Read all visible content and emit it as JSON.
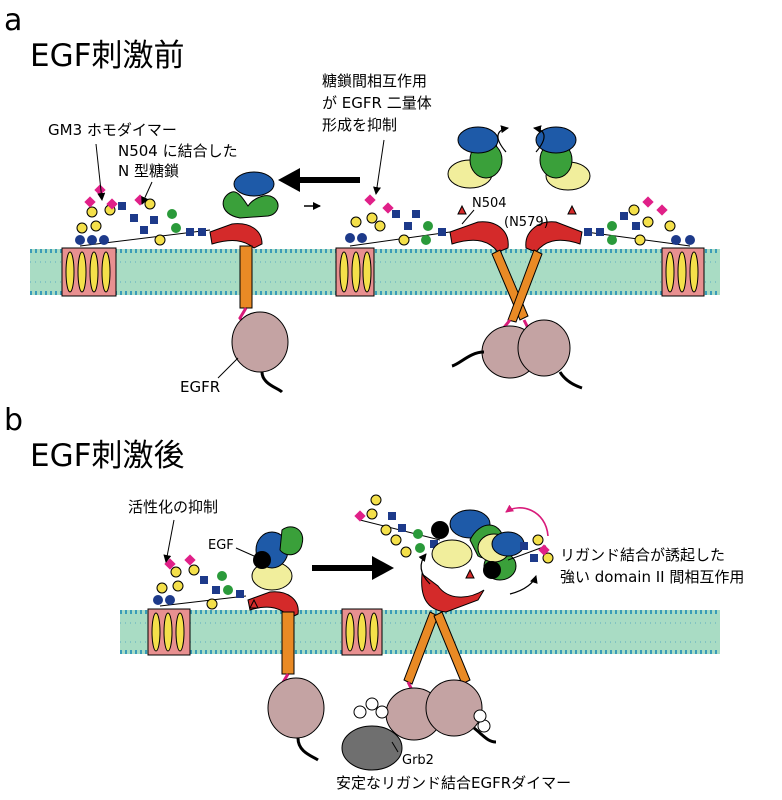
{
  "panel_a": {
    "letter": "a",
    "title": "EGF刺激前",
    "gm3_label": "GM3 ホモダイマー",
    "n504_label_line1": "N504 に結合した",
    "n504_label_line2": "N 型糖鎖",
    "inhibit_line1": "糖鎖間相互作用",
    "inhibit_line2": "が EGFR 二量体",
    "inhibit_line3": "形成を抑制",
    "site_n504": "N504",
    "site_n579": "(N579)",
    "egfr_label": "EGFR"
  },
  "panel_b": {
    "letter": "b",
    "title": "EGF刺激後",
    "activation_label": "活性化の抑制",
    "egf_label": "EGF",
    "interaction_line1": "リガンド結合が誘起した",
    "interaction_line2": "強い domain II 間相互作用",
    "grb2_label": "Grb2",
    "dimer_caption": "安定なリガンド結合EGFRダイマー"
  },
  "colors": {
    "membrane_fill": "#a9dcc4",
    "lipid_heads": "#3a9cb8",
    "domain_red": "#d42a2a",
    "transmembrane_orange": "#e98a25",
    "kinase_mauve": "#c4a3a3",
    "domain_green": "#3aa03a",
    "domain_yellow": "#f1ee9c",
    "domain_blue": "#1e5aa8",
    "linker_magenta": "#d81b7a",
    "sugar_navy": "#1d3a8a",
    "sugar_green": "#2a9a3a",
    "sugar_yellow": "#f4e04a",
    "sugar_magenta": "#e02088",
    "gm3_stripe": "#d92c2c",
    "grb2_gray": "#6f6f6f"
  }
}
